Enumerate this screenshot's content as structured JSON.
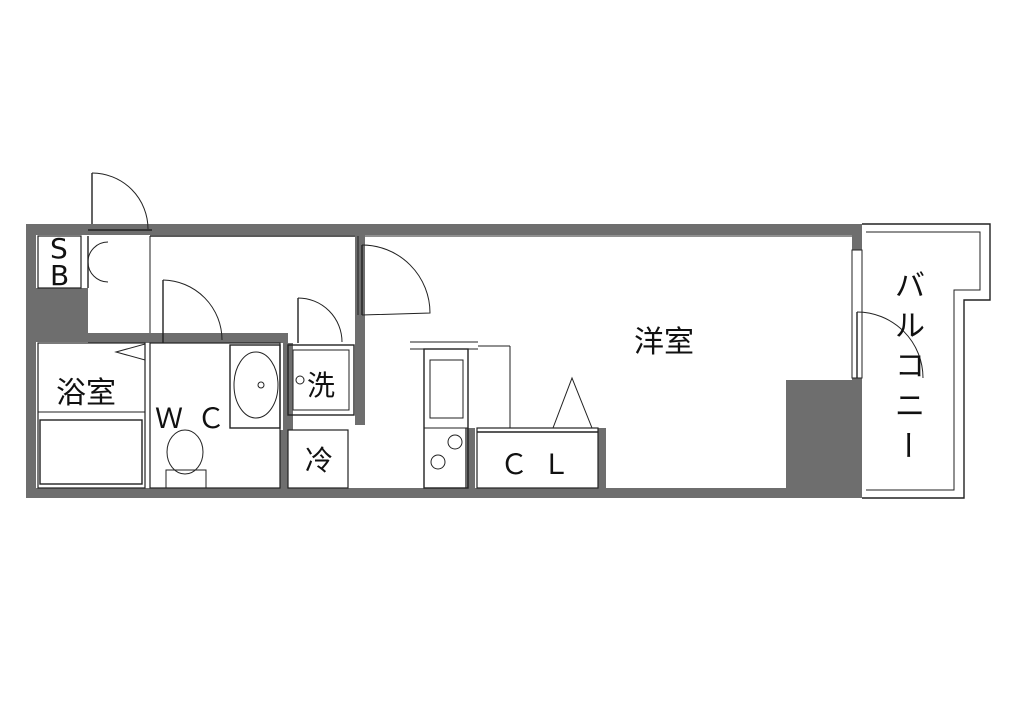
{
  "rooms": {
    "western_room": "洋室",
    "balcony": [
      "バ",
      "ル",
      "コ",
      "ニ",
      "ー"
    ],
    "bath": "浴室",
    "wc": "ＷＣ",
    "laundry": "洗",
    "fridge": "冷",
    "closet": "ＣＬ",
    "shoe_box": [
      "S",
      "B"
    ]
  }
}
